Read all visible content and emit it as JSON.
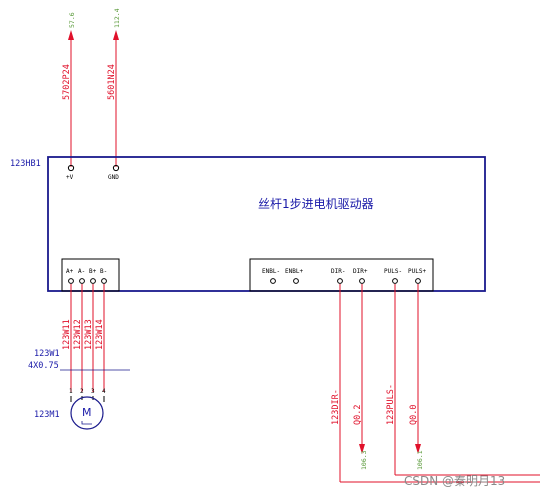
{
  "supply": {
    "pos_voltage": "57.6",
    "gnd_voltage": "112.4",
    "pos_wire": "5702P24",
    "gnd_wire": "5601N24"
  },
  "driver": {
    "tag": "123HB1",
    "title": "丝杆1步进电机驱动器",
    "pin_pos": "+V",
    "pin_gnd": "GND",
    "motor_pins": [
      "A+",
      "A-",
      "B+",
      "B-"
    ],
    "enbl_pins": [
      "ENBL-",
      "ENBL+"
    ],
    "dir_pins": [
      "DIR-",
      "DIR+"
    ],
    "puls_pins": [
      "PULS-",
      "PULS+"
    ]
  },
  "cable": {
    "wires": [
      "123W11",
      "123W12",
      "123W13",
      "123W14"
    ],
    "tag": "123W1",
    "spec": "4X0.75",
    "terminals": [
      "1",
      "2",
      "3",
      "4"
    ]
  },
  "motor": {
    "tag": "123M1",
    "symbol": "M"
  },
  "signals": {
    "dir_wire": "123DIR-",
    "puls_wire": "123PULS-",
    "dir_out": "Q0.2",
    "puls_out": "Q0.0",
    "dir_ref": "106.3",
    "puls_ref": "106.1"
  },
  "watermark": "CSDN @秦明月13",
  "colors": {
    "wire": "#e0102a",
    "frame": "#1a1a8c",
    "label": "#1a1aa8"
  }
}
